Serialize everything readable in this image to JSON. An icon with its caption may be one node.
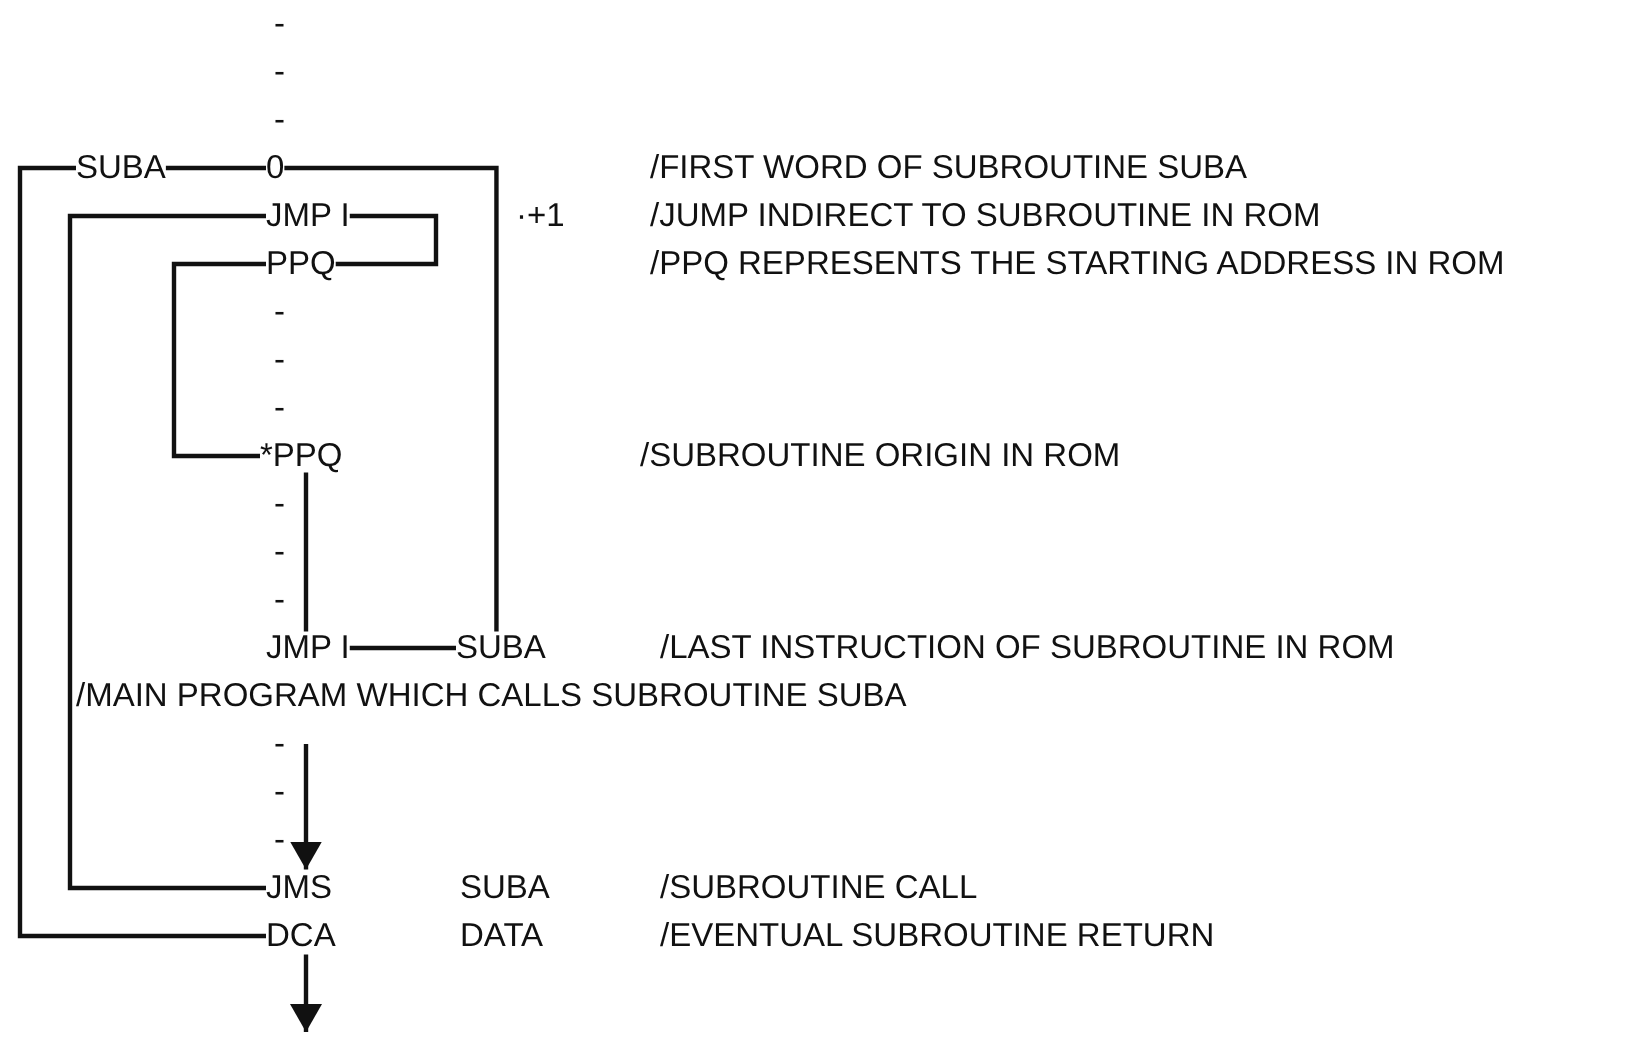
{
  "diagram": {
    "nodes": [
      {
        "text": [
          "SUBA"
        ]
      },
      {
        "text": [
          "0"
        ]
      },
      {
        "text": [
          "JMP I"
        ]
      },
      {
        "text": [
          "PPQ"
        ]
      },
      {
        "text": [
          "*PPQ"
        ]
      },
      {
        "text": [
          "JMP I"
        ]
      },
      {
        "text": [
          "SUBA"
        ]
      },
      {
        "text": [
          "JMS"
        ]
      },
      {
        "text": [
          "DCA"
        ]
      }
    ],
    "edges": [
      {
        "from": 0,
        "to": 1,
        "arrow": "none"
      },
      {
        "from": 1,
        "to": 6,
        "arrow": "none"
      },
      {
        "from": 2,
        "to": 3,
        "arrow": "none"
      },
      {
        "from": 3,
        "to": 4,
        "arrow": "none"
      },
      {
        "from": 4,
        "to": 5,
        "arrow": "none"
      },
      {
        "from": 5,
        "to": 6,
        "arrow": "none"
      },
      {
        "from": 2,
        "to": 7,
        "arrow": "none"
      },
      {
        "from": 8,
        "to": 0,
        "arrow": "none"
      },
      {
        "from": null,
        "to": 7,
        "arrow": "to"
      },
      {
        "from": 8,
        "to": null,
        "arrow": "to"
      }
    ],
    "labels": [
      "-",
      "-",
      "-",
      "/FIRST WORD OF SUBROUTINE SUBA",
      "·+1",
      "/JUMP INDIRECT TO SUBROUTINE IN ROM",
      "/PPQ REPRESENTS THE STARTING ADDRESS IN ROM",
      "-",
      "-",
      "-",
      "/SUBROUTINE ORIGIN IN ROM",
      "-",
      "-",
      "-",
      "/LAST INSTRUCTION OF SUBROUTINE IN ROM",
      "/MAIN PROGRAM WHICH CALLS SUBROUTINE SUBA",
      "-",
      "-",
      "-",
      "SUBA",
      "/SUBROUTINE CALL",
      "DATA",
      "/EVENTUAL SUBROUTINE RETURN"
    ]
  }
}
